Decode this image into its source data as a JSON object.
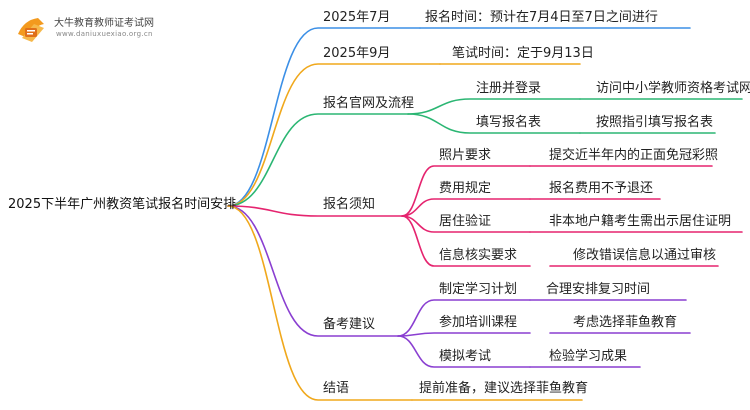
{
  "brand": {
    "name": "大牛教育教师证考试网",
    "url": "www.daniuxuexiao.org.cn"
  },
  "root": "2025下半年广州教资笔试报名时间安排",
  "branches": [
    {
      "label": "2025年7月",
      "color": "#3b8fe6",
      "children": [
        {
          "label": "报名时间：预计在7月4日至7日之间进行"
        }
      ]
    },
    {
      "label": "2025年9月",
      "color": "#f0a81c",
      "children": [
        {
          "label": "笔试时间：定于9月13日"
        }
      ]
    },
    {
      "label": "报名官网及流程",
      "color": "#2bb673",
      "children": [
        {
          "label": "注册并登录",
          "children": [
            {
              "label": "访问中小学教师资格考试网"
            }
          ]
        },
        {
          "label": "填写报名表",
          "children": [
            {
              "label": "按照指引填写报名表"
            }
          ]
        }
      ]
    },
    {
      "label": "报名须知",
      "color": "#e5246f",
      "children": [
        {
          "label": "照片要求",
          "children": [
            {
              "label": "提交近半年内的正面免冠彩照"
            }
          ]
        },
        {
          "label": "费用规定",
          "children": [
            {
              "label": "报名费用不予退还"
            }
          ]
        },
        {
          "label": "居住验证",
          "children": [
            {
              "label": "非本地户籍考生需出示居住证明"
            }
          ]
        },
        {
          "label": "信息核实要求",
          "children": [
            {
              "label": "修改错误信息以通过审核"
            }
          ]
        }
      ]
    },
    {
      "label": "备考建议",
      "color": "#8a3fd1",
      "children": [
        {
          "label": "制定学习计划",
          "children": [
            {
              "label": "合理安排复习时间"
            }
          ]
        },
        {
          "label": "参加培训课程",
          "children": [
            {
              "label": "考虑选择菲鱼教育"
            }
          ]
        },
        {
          "label": "模拟考试",
          "children": [
            {
              "label": "检验学习成果"
            }
          ]
        }
      ]
    },
    {
      "label": "结语",
      "color": "#f0a81c",
      "children": [
        {
          "label": "提前准备，建议选择菲鱼教育"
        }
      ]
    }
  ]
}
